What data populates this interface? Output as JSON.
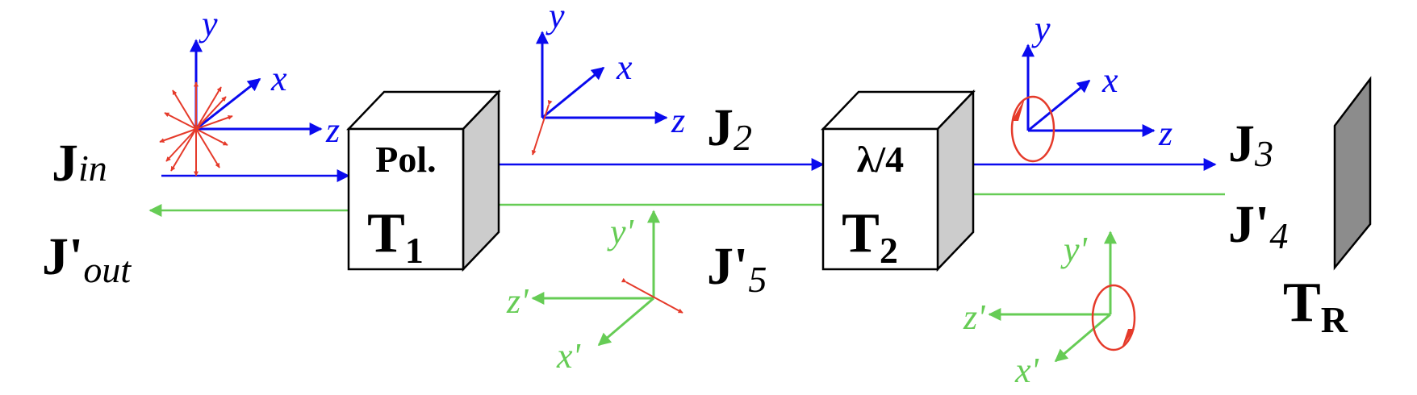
{
  "colors": {
    "forward": "#0a0aee",
    "return": "#66cc55",
    "polarization": "#e53a2a",
    "box_front": "#ffffff",
    "box_side": "#cccccc",
    "mirror": "#8c8c8c",
    "outline": "#000000"
  },
  "labels": {
    "j_in": {
      "main": "J",
      "sub": "in"
    },
    "j_out": {
      "main": "J'",
      "sub": "out"
    },
    "j2": {
      "main": "J",
      "sub": "2"
    },
    "j3": {
      "main": "J",
      "sub": "3"
    },
    "j4": {
      "main": "J'",
      "sub": "4"
    },
    "j5": {
      "main": "J'",
      "sub": "5"
    }
  },
  "elements": {
    "polarizer": {
      "title": "Pol.",
      "main": "T",
      "sub": "1"
    },
    "waveplate": {
      "title": "λ/4",
      "main": "T",
      "sub": "2"
    },
    "mirror": {
      "main": "T",
      "sub": "R"
    }
  },
  "axes": {
    "x": "x",
    "y": "y",
    "z": "z",
    "x_prime": "x'",
    "y_prime": "y'",
    "z_prime": "z'"
  }
}
